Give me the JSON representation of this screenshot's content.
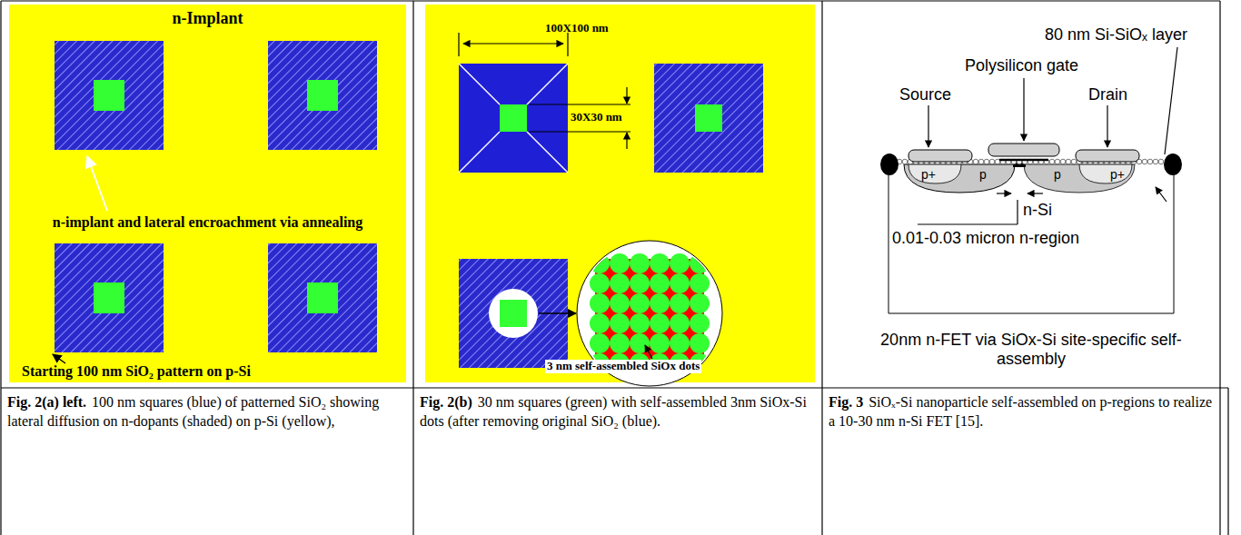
{
  "diagram": {
    "nodes": [
      {
        "text": [
          "Fig. 2(a) left.",
          "100 nm squares (blue) of patterned SiO₂ showing lateral diffusion on n-dopants (shaded) on p-Si (yellow),"
        ]
      },
      {
        "text": [
          "Fig. 2(b)",
          "30 nm squares (green) with self-assembled 3nm SiOx-Si dots (after removing original SiO₂ (blue)."
        ]
      },
      {
        "text": [
          "Fig. 3",
          "SiOₓ-Si nanoparticle self-assembled on p-regions to realize a 10-30 nm n-Si FET [15]."
        ]
      }
    ],
    "labels": [
      "n-Implant",
      "n-implant and lateral encroachment via annealing",
      "Starting 100 nm SiO₂ pattern on p-Si",
      "100X100 nm",
      "30X30 nm",
      "3 nm self-assembled SiOx dots",
      "80 nm Si-SiOₓ layer",
      "Source",
      "Polysilicon gate",
      "Drain",
      "p+",
      "p",
      "p",
      "p+",
      "n-Si",
      "0.01-0.03 micron n-region",
      "20nm n-FET via SiOx-Si site-specific self-assembly"
    ]
  }
}
